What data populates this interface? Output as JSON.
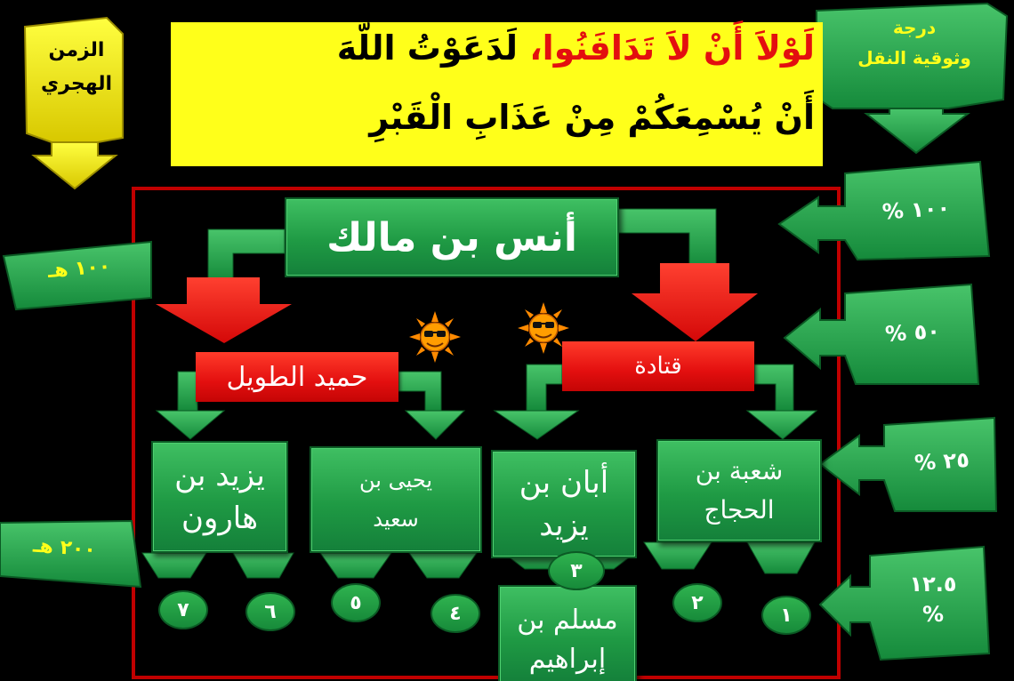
{
  "header": {
    "line1_red": "لَوْلاَ أَنْ لاَ تَدَافَنُوا،",
    "line1_black": "لَدَعَوْتُ اللَّهَ",
    "line2": "أَنْ يُسْمِعَكُمْ مِنْ عَذَابِ الْقَبْرِ"
  },
  "left_label": {
    "line1": "الزمن",
    "line2": "الهجري"
  },
  "right_label": {
    "line1": "درجة",
    "line2": "وثوقية النقل"
  },
  "timeline": {
    "t100": "١٠٠ هـ",
    "t200": "٢٠٠ هـ"
  },
  "percents": {
    "p100": "١٠٠ %",
    "p50": "٥٠ %",
    "p25": "٢٥ %",
    "p12_line1": "١٢.٥",
    "p12_line2": "%"
  },
  "nodes": {
    "anas": "أنس بن مالك",
    "humaid": "حميد الطويل",
    "qatada": "قتادة",
    "yazid_l1": "يزيد بن",
    "yazid_l2": "هارون",
    "yahya_l1": "يحيى بن",
    "yahya_l2": "سعيد",
    "aban_l1": "أبان بن",
    "aban_l2": "يزيد",
    "shuba_l1": "شعبة بن",
    "shuba_l2": "الحجاج",
    "muslim_l1": "مسلم بن",
    "muslim_l2": "إبراهيم"
  },
  "numbers": {
    "n1": "١",
    "n2": "٢",
    "n3": "٣",
    "n4": "٤",
    "n5": "٥",
    "n6": "٦",
    "n7": "٧"
  },
  "colors": {
    "green": "#1f9a44",
    "red": "#e30f0f",
    "yellow": "#ffff1a",
    "frame": "#c00000"
  },
  "icons": {
    "sun_left": "sun-sunglasses-icon",
    "sun_right": "sun-sunglasses-icon"
  }
}
